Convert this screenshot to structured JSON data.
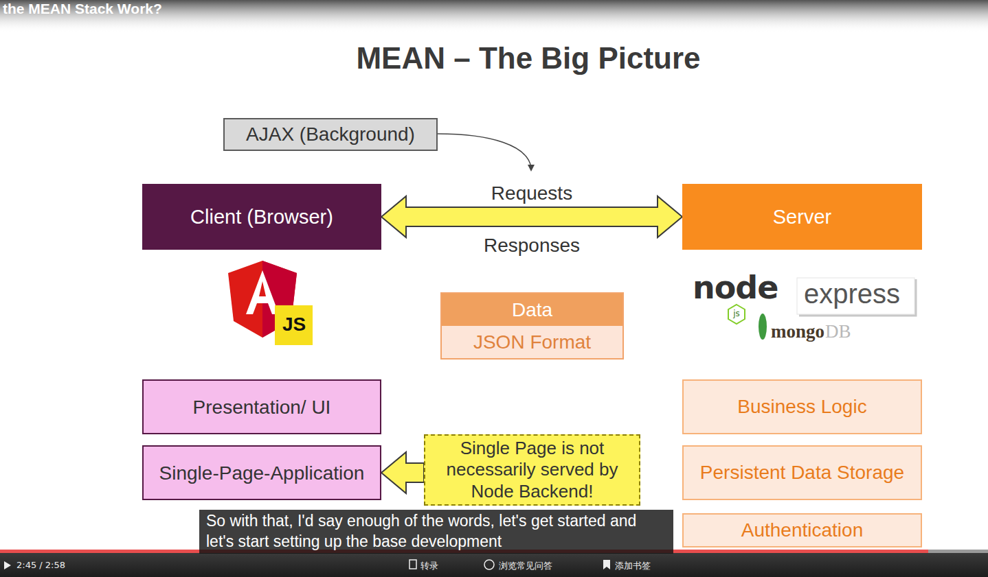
{
  "diagram": {
    "title": "MEAN – The Big Picture",
    "nodes": [
      {
        "text": [
          "AJAX (Background)"
        ]
      },
      {
        "text": [
          "Client (Browser)"
        ]
      },
      {
        "text": [
          "Server"
        ]
      },
      {
        "text": [
          "Data",
          "JSON Format"
        ]
      },
      {
        "text": [
          "Presentation/ UI"
        ]
      },
      {
        "text": [
          "Business Logic"
        ]
      },
      {
        "text": [
          "Single-Page-Application"
        ]
      },
      {
        "text": [
          "Single Page is not necessarily served by Node Backend!"
        ]
      },
      {
        "text": [
          "Persistent Data Storage"
        ]
      },
      {
        "text": [
          "Authentication"
        ]
      }
    ],
    "edges": [
      {
        "from": 1,
        "to": 2,
        "arrow": "both",
        "label": "Requests"
      },
      {
        "from": 7,
        "to": 6,
        "arrow": "to"
      }
    ],
    "labels": [
      "the MEAN Stack Work?",
      "Responses",
      "JS",
      "node",
      "js",
      "express",
      "mongo",
      "DB",
      "So with that, I'd say enough of the words, let's get started and let's start setting up the base development",
      "2:45 / 2:58",
      "转录",
      "浏览常见问答",
      "添加书签"
    ]
  }
}
